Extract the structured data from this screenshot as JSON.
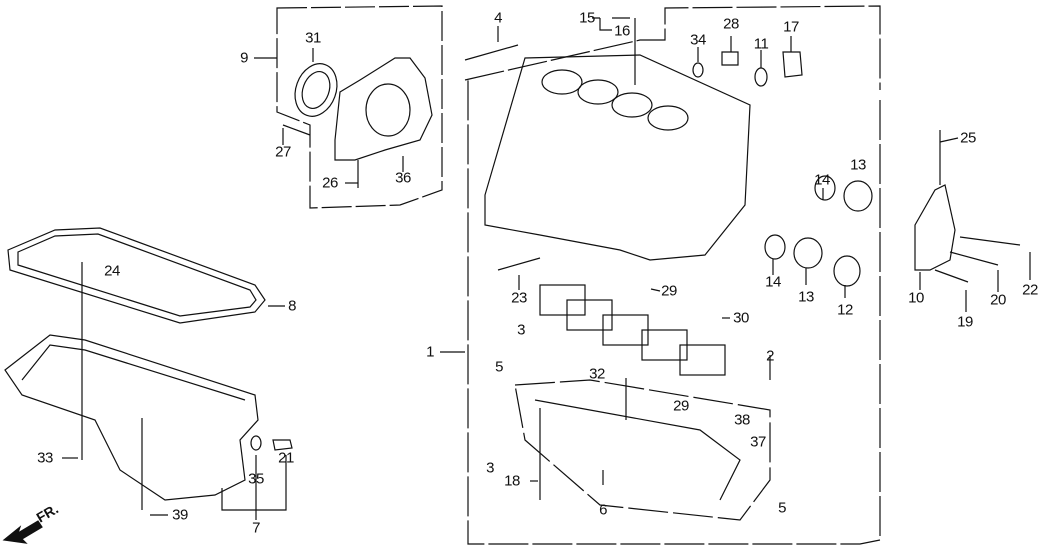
{
  "diagram": {
    "title": "Cylinder Block / Oil Pan exploded view",
    "front_indicator": "FR.",
    "callouts": [
      {
        "id": "1",
        "label": "1"
      },
      {
        "id": "2",
        "label": "2"
      },
      {
        "id": "3a",
        "label": "3"
      },
      {
        "id": "3b",
        "label": "3"
      },
      {
        "id": "4",
        "label": "4"
      },
      {
        "id": "5a",
        "label": "5"
      },
      {
        "id": "5b",
        "label": "5"
      },
      {
        "id": "6",
        "label": "6"
      },
      {
        "id": "7",
        "label": "7"
      },
      {
        "id": "8",
        "label": "8"
      },
      {
        "id": "9",
        "label": "9"
      },
      {
        "id": "10",
        "label": "10"
      },
      {
        "id": "11",
        "label": "11"
      },
      {
        "id": "12",
        "label": "12"
      },
      {
        "id": "13a",
        "label": "13"
      },
      {
        "id": "13b",
        "label": "13"
      },
      {
        "id": "14a",
        "label": "14"
      },
      {
        "id": "14b",
        "label": "14"
      },
      {
        "id": "15",
        "label": "15"
      },
      {
        "id": "16",
        "label": "16"
      },
      {
        "id": "17",
        "label": "17"
      },
      {
        "id": "18",
        "label": "18"
      },
      {
        "id": "19",
        "label": "19"
      },
      {
        "id": "20",
        "label": "20"
      },
      {
        "id": "21",
        "label": "21"
      },
      {
        "id": "22",
        "label": "22"
      },
      {
        "id": "23",
        "label": "23"
      },
      {
        "id": "24",
        "label": "24"
      },
      {
        "id": "25",
        "label": "25"
      },
      {
        "id": "26",
        "label": "26"
      },
      {
        "id": "27",
        "label": "27"
      },
      {
        "id": "28",
        "label": "28"
      },
      {
        "id": "29a",
        "label": "29"
      },
      {
        "id": "29b",
        "label": "29"
      },
      {
        "id": "30",
        "label": "30"
      },
      {
        "id": "31",
        "label": "31"
      },
      {
        "id": "32",
        "label": "32"
      },
      {
        "id": "33",
        "label": "33"
      },
      {
        "id": "34",
        "label": "34"
      },
      {
        "id": "35",
        "label": "35"
      },
      {
        "id": "36",
        "label": "36"
      },
      {
        "id": "37",
        "label": "37"
      },
      {
        "id": "38",
        "label": "38"
      },
      {
        "id": "39",
        "label": "39"
      }
    ]
  }
}
